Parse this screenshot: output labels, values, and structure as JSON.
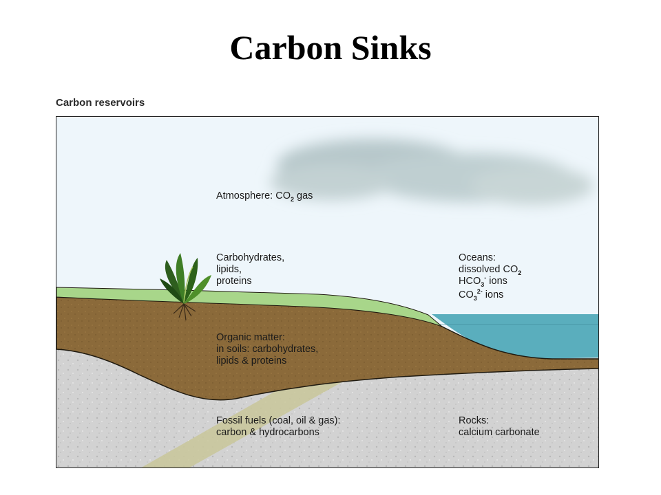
{
  "title": "Carbon Sinks",
  "caption": "Carbon reservoirs",
  "reservoirs": {
    "atmosphere": {
      "text": "Atmosphere: CO",
      "sub": "2",
      "after": " gas"
    },
    "biomass": {
      "lines": [
        "Carbohydrates,",
        "lipids,",
        "proteins"
      ]
    },
    "soil": {
      "lines": [
        "Organic matter:",
        "in soils: carbohydrates,",
        "lipids & proteins"
      ]
    },
    "fossil": {
      "lines": [
        "Fossil fuels (coal, oil & gas):",
        "carbon & hydrocarbons"
      ]
    },
    "oceans": {
      "line1": "Oceans:",
      "line2_text": "dissolved CO",
      "line2_sub": "2",
      "line3_text": "HCO",
      "line3_sub": "3",
      "line3_sup": "-",
      "line3_after": " ions",
      "line4_text": "CO",
      "line4_sub": "3",
      "line4_sup": "2-",
      "line4_after": " ions"
    },
    "rocks": {
      "lines": [
        "Rocks:",
        "calcium carbonate"
      ]
    }
  },
  "colors": {
    "sky": "#eef6fb",
    "cloud": "#b9c9cc",
    "grass": "#a8d68a",
    "soil": "#8a6a38",
    "rock": "#cfcfcf",
    "ocean": "#5aaebd",
    "plant": "#2e6a1e",
    "fossil_band": "#c9c79a"
  },
  "icons": {
    "plant": "seaweed-plant-icon",
    "cloud": "cloud-icon"
  }
}
